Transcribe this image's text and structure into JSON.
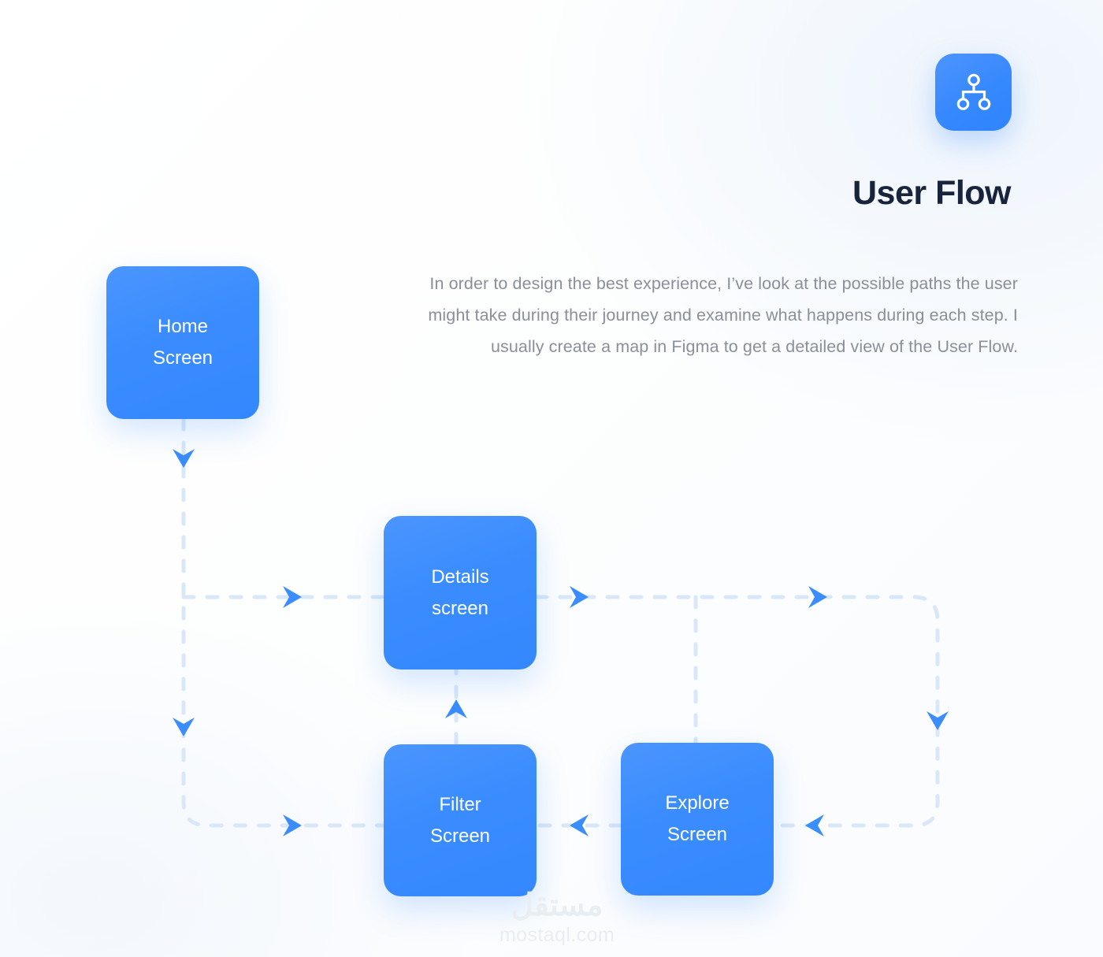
{
  "header": {
    "icon_name": "sitemap-icon",
    "icon_bg_color": "#3b8dfe",
    "title": "User Flow",
    "title_color": "#17243c"
  },
  "intro": {
    "paragraph": "In order to design the best experience, I’ve look at the possible paths the user might take during their journey and examine  what happens during each step. I usually create a map in Figma to get a detailed view of the User Flow.",
    "text_color": "#8a8f99"
  },
  "flow": {
    "node_color": "#3b8dfe",
    "connector_color": "#dae7f8",
    "arrow_color": "#3b8dfe",
    "nodes": [
      {
        "id": "home",
        "line1": "Home",
        "line2": "Screen"
      },
      {
        "id": "details",
        "line1": "Details",
        "line2": "screen"
      },
      {
        "id": "filter",
        "line1": "Filter",
        "line2": "Screen"
      },
      {
        "id": "explore",
        "line1": "Explore",
        "line2": "Screen"
      }
    ],
    "connections": [
      {
        "from": "home",
        "to": "details",
        "style": "dashed",
        "arrows": [
          "down",
          "right"
        ]
      },
      {
        "from": "home",
        "to": "filter",
        "style": "dashed",
        "arrows": [
          "down",
          "right"
        ]
      },
      {
        "from": "details",
        "to": "explore",
        "style": "dashed",
        "arrows": [
          "right"
        ]
      },
      {
        "from": "details",
        "to": "explore",
        "style": "dashed",
        "arrows": [
          "right",
          "down",
          "left"
        ]
      },
      {
        "from": "filter",
        "to": "details",
        "style": "dashed",
        "arrows": [
          "up"
        ]
      },
      {
        "from": "explore",
        "to": "filter",
        "style": "dashed",
        "arrows": [
          "left"
        ]
      }
    ]
  },
  "watermark": {
    "arabic": "مستقل",
    "latin": "mostaql.com"
  }
}
